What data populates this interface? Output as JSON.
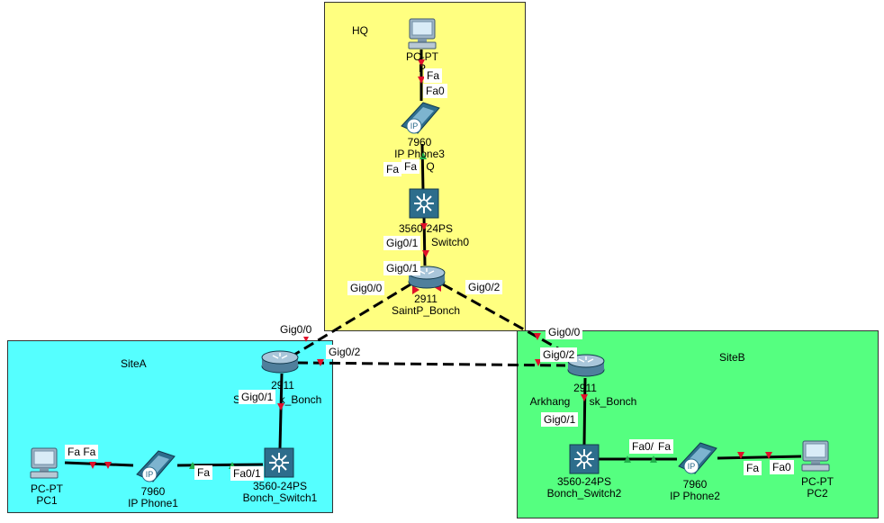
{
  "zones": {
    "hq": {
      "label": "HQ",
      "color": "#ffff80"
    },
    "site_a": {
      "label": "SiteA",
      "color": "#55ffff"
    },
    "site_b": {
      "label": "SiteB",
      "color": "#55ff80"
    }
  },
  "devices": {
    "pc_hq": {
      "model": "PC-PT",
      "name": "P"
    },
    "phone3": {
      "model": "7960",
      "name": "IP Phone3",
      "suffix": "Q"
    },
    "switch0": {
      "model": "3560-24PS",
      "name": "Switch0"
    },
    "router_saintp": {
      "model": "2911",
      "name": "SaintP_Bonch"
    },
    "router_a": {
      "model": "2911",
      "name": "S",
      "suffix": "k_Bonch"
    },
    "router_b": {
      "model": "2911",
      "name": "Arkhang",
      "suffix": "sk_Bonch"
    },
    "switch1": {
      "model": "3560-24PS",
      "name": "Bonch_Switch1"
    },
    "switch2": {
      "model": "3560-24PS",
      "name": "Bonch_Switch2"
    },
    "phone1": {
      "model": "7960",
      "name": "IP Phone1"
    },
    "phone2": {
      "model": "7960",
      "name": "IP Phone2"
    },
    "pc1": {
      "model": "PC-PT",
      "name": "PC1"
    },
    "pc2": {
      "model": "PC-PT",
      "name": "PC2"
    }
  },
  "ports": {
    "hq_pc_fa": "Fa",
    "hq_phone_fa0": "Fa0",
    "hq_phone_fa_a": "Fa",
    "hq_phone_fa_b": "Fa",
    "switch0_gig01": "Gig0/1",
    "saintp_gig01": "Gig0/1",
    "saintp_gig00": "Gig0/0",
    "saintp_gig02": "Gig0/2",
    "ra_gig00": "Gig0/0",
    "ra_gig02": "Gig0/2",
    "ra_gig01": "Gig0/1",
    "rb_gig00": "Gig0/0",
    "rb_gig02": "Gig0/2",
    "rb_gig01": "Gig0/1",
    "pc1_fa": "Fa Fa",
    "phone1_fa": "Fa",
    "switch1_fa01": "Fa0/1",
    "switch2_fa0": "Fa0/",
    "phone2_fa_a": "Fa",
    "phone2_fa_b": "Fa",
    "pc2_fa0": "Fa0"
  },
  "colors": {
    "link": "#000000",
    "down_marker": "#e0102a",
    "up_marker": "#22b14c",
    "device_blue": "#2d6d8c"
  }
}
